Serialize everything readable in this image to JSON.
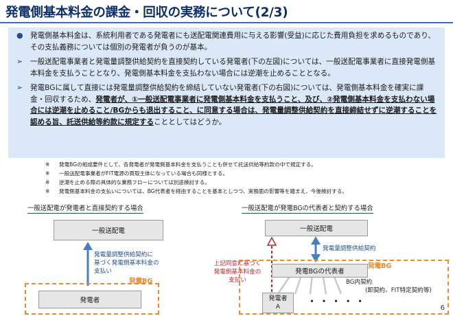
{
  "title": "発電側基本料金の課金・回収の実務について(2/3)",
  "main_box": {
    "p1_mark": "●",
    "p1": "発電側基本料金は、系統利用者である発電者にも送配電関連費用に与える影響(受益)に応じた費用負担を求めるものであり、その支払義務については個別の発電者が負うのが基本。",
    "p2_mark": "➢",
    "p2": "一般送配電事業者と発電量調整供給契約を直接契約している発電者(下の左図)については、一般送配電事業者に直接発電側基本料金を支払うこととなり、発電側基本料金を支払わない場合には逆潮を止めることとなる。",
    "p3_mark": "➢",
    "p3_normal_1": "発電BGに属して直接には発電量調整供給契約を締結していない発電者(下の右図)については、発電側基本料金を確実に課金・回収するため、",
    "p3_bold": "発電者が、①一般送配電事業者に発電側基本料金を支払うこと、及び、②発電側基本料金を支払わない場合には逆潮を止めること/BGからも退出すること、に同意する場合は、発電量調整供給契約を直接締結せずに逆潮することを認める旨、託送供給等約款に規定する",
    "p3_normal_2": "こととしてはどうか。"
  },
  "notes": [
    {
      "mark": "※",
      "text": "発電BGの組成要件として、各発電者が発電側基本料金を支払うことも併せて託送供給等約款の中で規定する。"
    },
    {
      "mark": "※",
      "text": "一般送配電事業者がFIT電源の買取主体になっている場合も同様とする。"
    },
    {
      "mark": "※",
      "text": "逆潮を止める際の具体的な業務フローについては別途検討する。"
    },
    {
      "mark": "※",
      "text": "発電側基本料金の支払いについては、BG代表者を経由することを基本としつつ、実務面の影響等を踏まえ、今後検討する。"
    }
  ],
  "left_diagram": {
    "caption": "一般送配電が発電者と直接契約する場合",
    "top_box": "一般送配電",
    "arrow_text": [
      "発電量調整供給契約に",
      "基づく発電側基本料金の",
      "支払い"
    ],
    "bg_label": "発電BG",
    "bottom_box": "発電者"
  },
  "right_diagram": {
    "caption": "一般送配電が発電BGの代表者と契約する場合",
    "top_box": "一般送配電",
    "arrow_text": "発電量調整供給契約",
    "red_text": [
      "上記同意に基づく",
      "発電側基本料金の",
      "支払い"
    ],
    "rep_box": "発電BGの代表者",
    "bg_label": "発電BG",
    "contract_text": [
      "BG内契約",
      "(卸契約、FIT特定契約等)"
    ],
    "gen_box": [
      "発電者",
      "A"
    ],
    "dots": "・ ・ ・ ・ ・"
  },
  "page_number": "6",
  "colors": {
    "title": "#0b2f6b",
    "box_bg": "#dbe8f7",
    "bg_dash": "#ed8a2c",
    "arrow_blue": "#4a7fbf",
    "red": "#c0282d"
  }
}
